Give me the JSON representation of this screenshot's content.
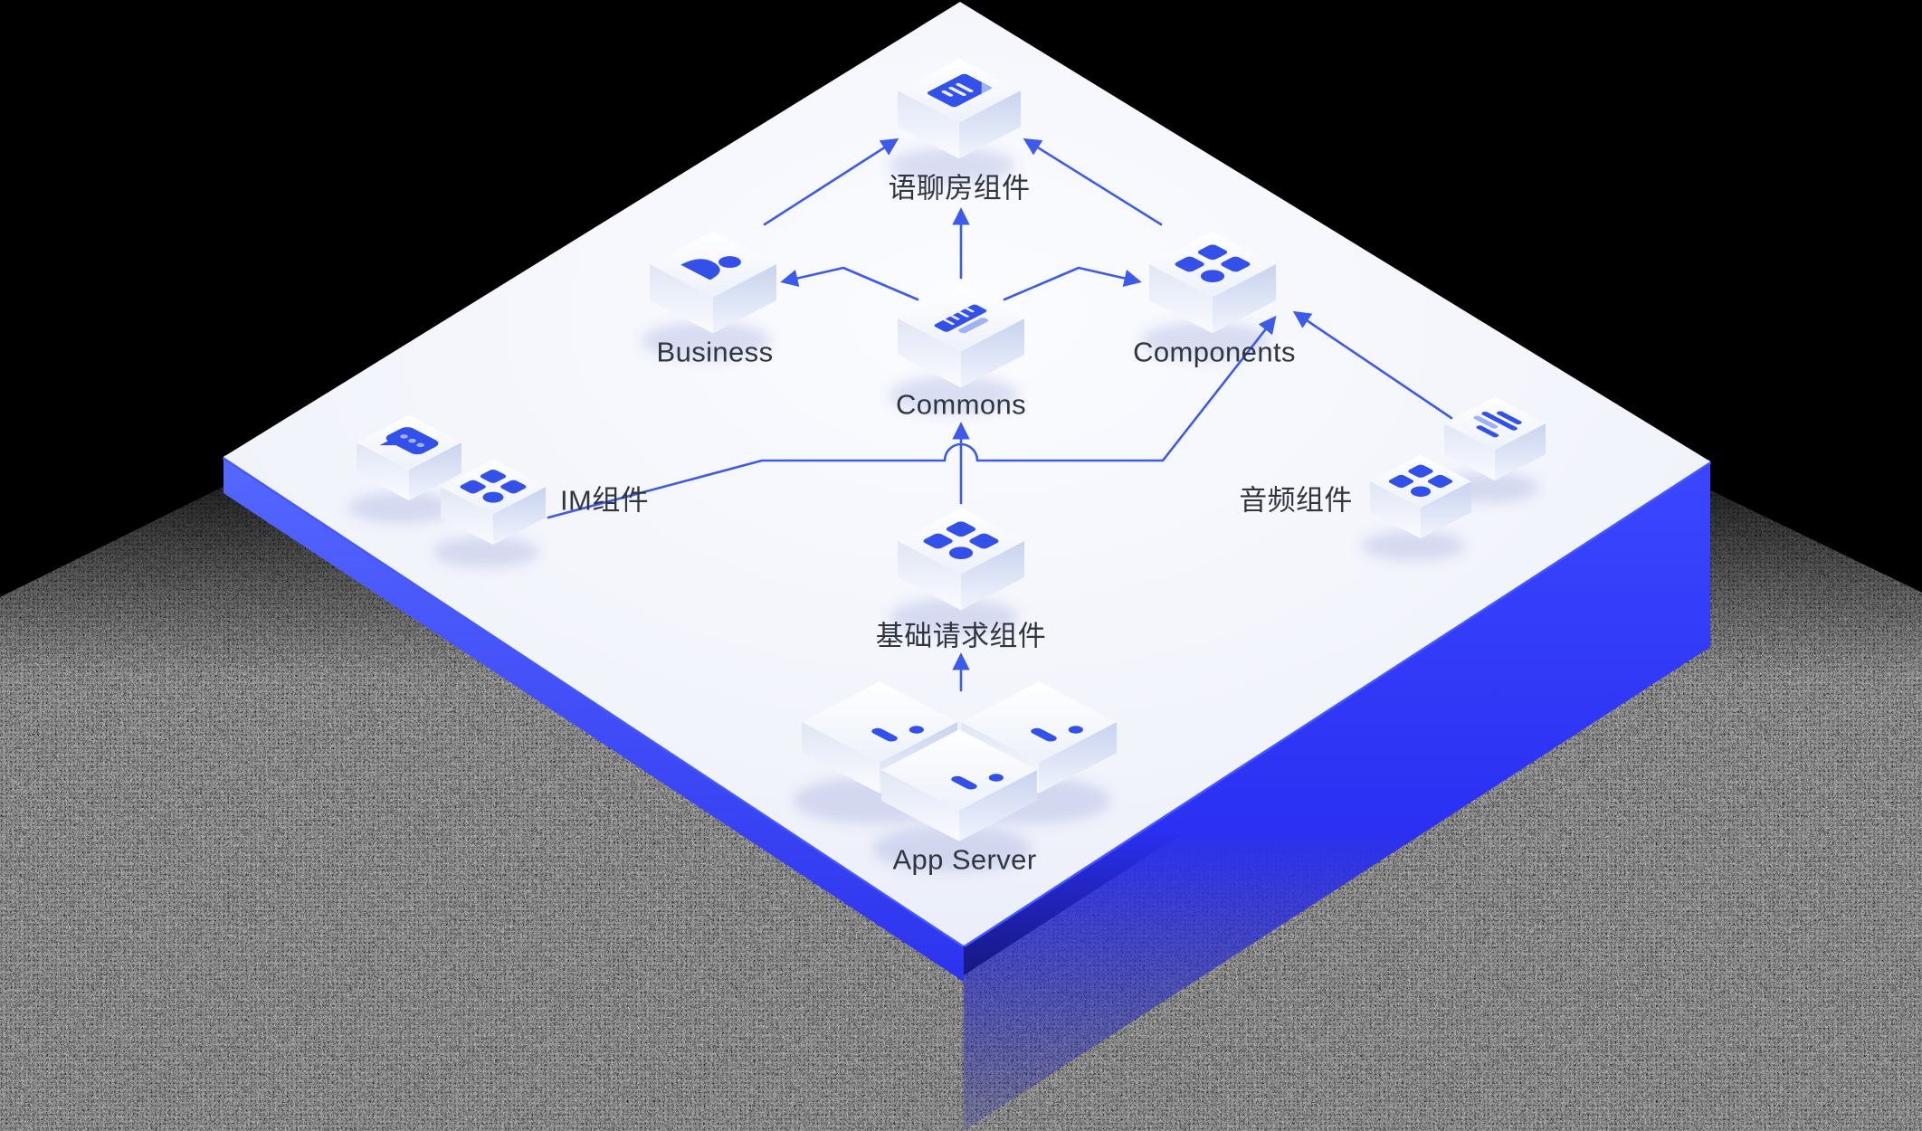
{
  "page": {
    "type": "isometric-architecture-diagram",
    "background": "#000000"
  },
  "diagram": {
    "nodes": [
      {
        "id": "voice-room",
        "label": "语聊房组件",
        "icon": "document-icon"
      },
      {
        "id": "business",
        "label": "Business",
        "icon": "person-icon"
      },
      {
        "id": "commons",
        "label": "Commons",
        "icon": "ruler-icon"
      },
      {
        "id": "components",
        "label": "Components",
        "icon": "components-grid-icon"
      },
      {
        "id": "im",
        "label": "IM组件",
        "icons": [
          "chat-bubble-icon",
          "components-grid-icon"
        ]
      },
      {
        "id": "audio",
        "label": "音频组件",
        "icons": [
          "audio-waveform-icon",
          "components-grid-icon"
        ]
      },
      {
        "id": "base-request",
        "label": "基础请求组件",
        "icon": "components-grid-icon"
      },
      {
        "id": "app-server",
        "label": "App Server",
        "icon": "server-indicator-icon"
      }
    ],
    "edges": [
      {
        "from": "business",
        "to": "voice-room"
      },
      {
        "from": "components",
        "to": "voice-room"
      },
      {
        "from": "commons",
        "to": "voice-room"
      },
      {
        "from": "commons",
        "to": "business"
      },
      {
        "from": "commons",
        "to": "components"
      },
      {
        "from": "base-request",
        "to": "commons"
      },
      {
        "from": "app-server",
        "to": "base-request"
      },
      {
        "from": "im",
        "to": "components"
      },
      {
        "from": "audio",
        "to": "components"
      }
    ],
    "colors": {
      "background": "#000000",
      "platform_top": "#eff2fb",
      "platform_side_left": "#5568ff",
      "platform_side_right": "#2f38f5",
      "edge_rim": "#4458ff",
      "arrow": "#3d5ae8",
      "icon": "#3350e8",
      "icon_light": "#9fb2f6",
      "label": "#31353f"
    }
  }
}
